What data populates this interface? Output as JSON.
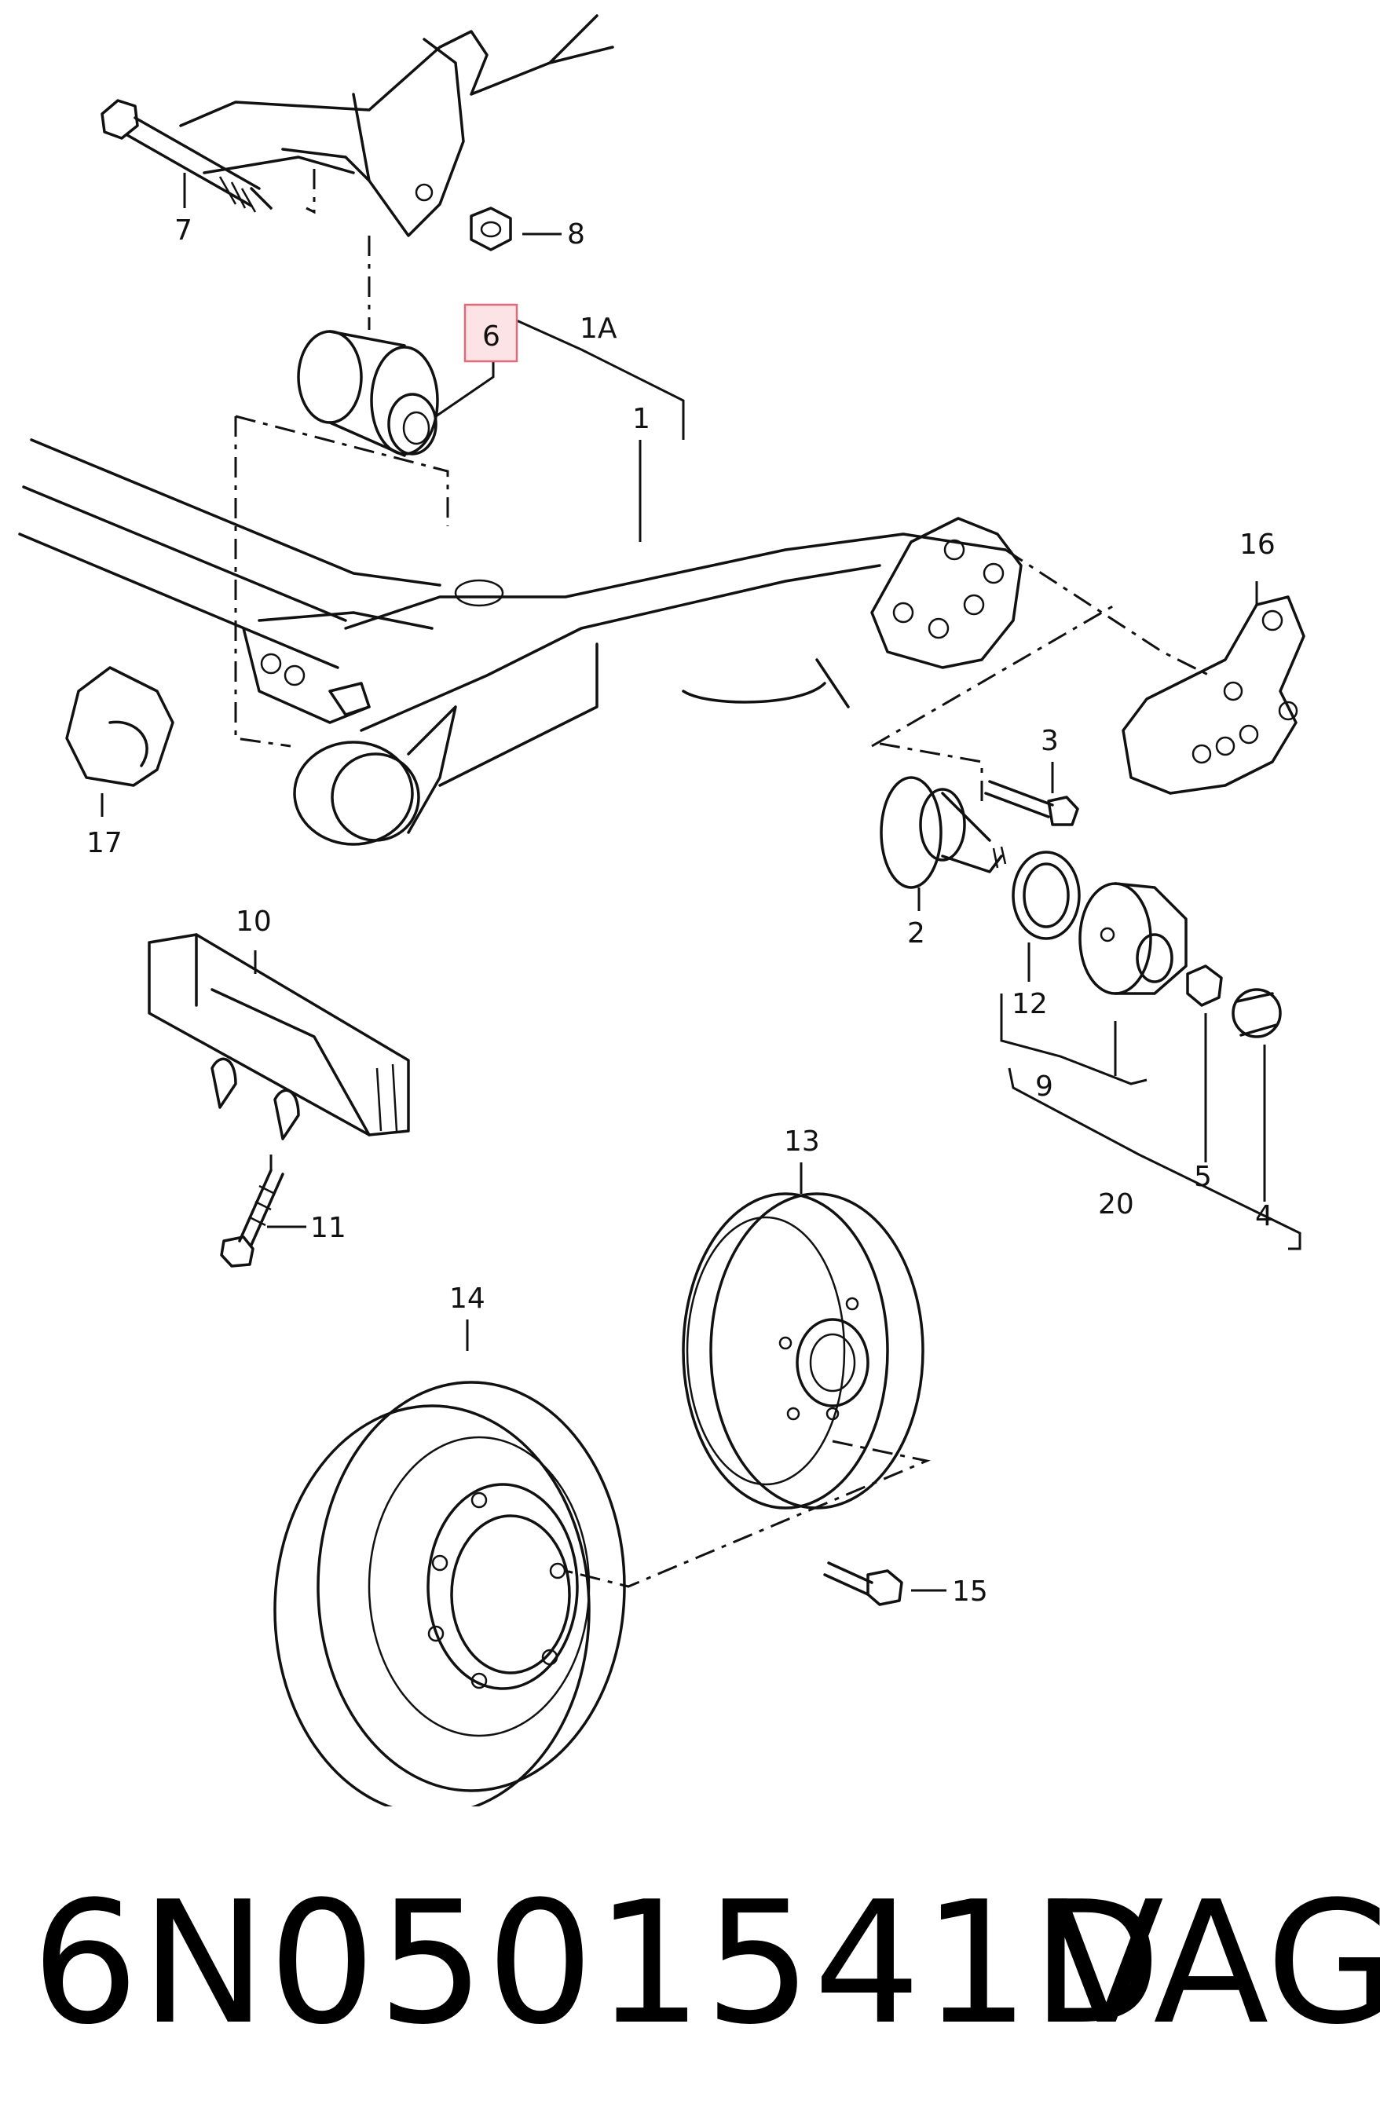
{
  "callouts": {
    "c1": "1",
    "c1A": "1A",
    "c2": "2",
    "c3": "3",
    "c4": "4",
    "c5": "5",
    "c6": "6",
    "c7": "7",
    "c8": "8",
    "c9": "9",
    "c10": "10",
    "c11": "11",
    "c12": "12",
    "c13": "13",
    "c14": "14",
    "c15": "15",
    "c16": "16",
    "c17": "17",
    "c20": "20"
  },
  "highlighted_callout": "6",
  "highlight_color": "#e06a7a",
  "footer": {
    "part_number": "6N0501541D",
    "brand": "VAG"
  }
}
